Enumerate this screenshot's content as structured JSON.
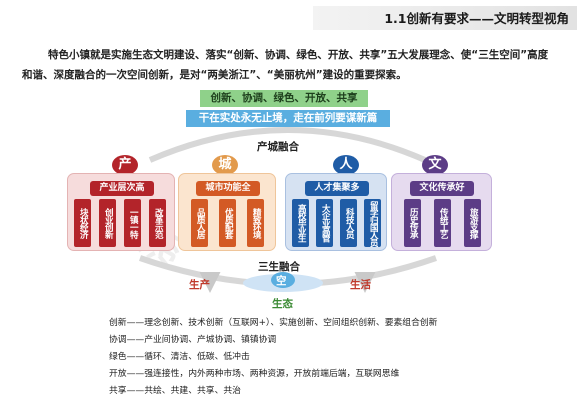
{
  "header": {
    "title": "1.1创新有要求——文明转型视角"
  },
  "intro": "特色小镇就是实施生态文明建设、落实“创新、协调、绿色、开放、共享”五大发展理念、使“三生空间”高度和谐、深度融合的一次空间创新，是对“两美浙江”、“美丽杭州”建设的重要探索。",
  "banners": {
    "principles": "创新、协调、绿色、开放、共享",
    "slogan": "干在实处永无止境，走在前列要谋新篇"
  },
  "labels": {
    "industry_city": "产城融合",
    "three_life": "三生融合",
    "production": "生产",
    "living": "生活",
    "ecology": "生态",
    "space": "空"
  },
  "pillars": [
    {
      "char": "产",
      "title": "产业层次高",
      "items": [
        "块状经济",
        "创业创新",
        "一镇一特",
        "改革示范"
      ]
    },
    {
      "char": "城",
      "title": "城市功能全",
      "items": [
        "品质人居",
        "优质配套",
        "精致环境"
      ]
    },
    {
      "char": "人",
      "title": "人才集聚多",
      "items": [
        "高校毕业生",
        "大企业高管",
        "科技人员",
        "留学归国人员"
      ]
    },
    {
      "char": "文",
      "title": "文化传承好",
      "items": [
        "历史传承",
        "传统工艺",
        "旅游支撑"
      ]
    }
  ],
  "legend": [
    {
      "term": "创新",
      "desc": "——理念创新、技术创新（互联网+）、实施创新、空间组织创新、要素组合创新"
    },
    {
      "term": "协调",
      "desc": "——产业间协调、产城协调、镇镇协调"
    },
    {
      "term": "绿色",
      "desc": "——循环、清洁、低碳、低冲击"
    },
    {
      "term": "开放",
      "desc": "——强连接性，内外两种市场、两种资源，开放前端后端，互联网思维"
    },
    {
      "term": "共享",
      "desc": "——共绘、共建、共享、共治"
    }
  ],
  "colors": {
    "red": "#b3242a",
    "orange": "#d35a25",
    "blue": "#1f5ca6",
    "purple": "#5c3c86",
    "green": "#8fd18a",
    "sky": "#5aaee0"
  }
}
